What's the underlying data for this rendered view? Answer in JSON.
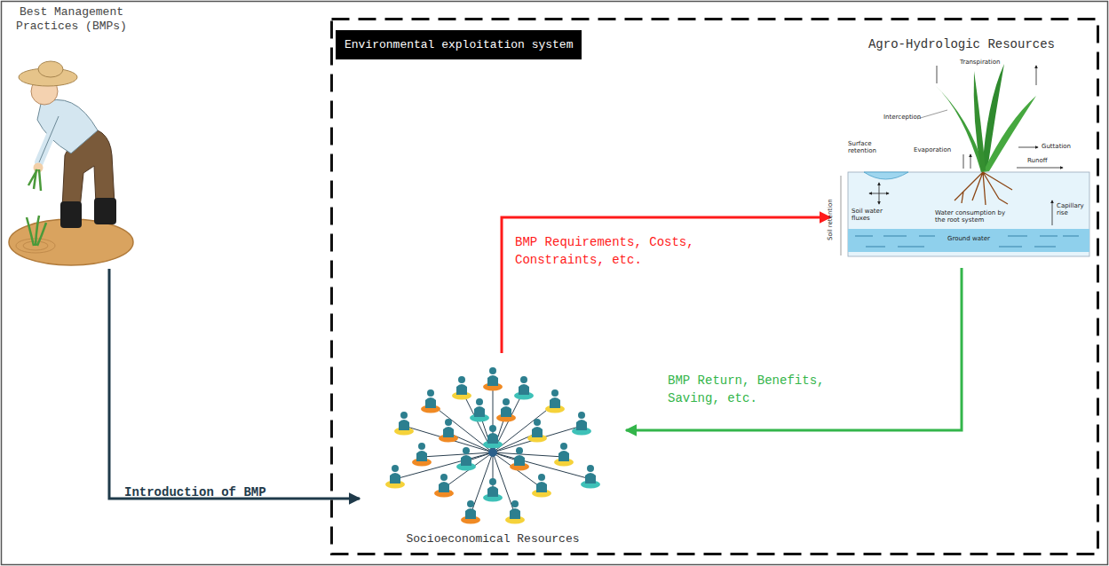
{
  "diagram": {
    "nodes": [
      {
        "text": [
          "Best Management Practices (BMPs)"
        ]
      },
      {
        "text": [
          "Environmental exploitation system"
        ]
      },
      {
        "text": [
          "Agro-Hydrologic Resources"
        ],
        "in": 1
      },
      {
        "text": [
          "Socioeconomical Resources"
        ],
        "in": 1
      }
    ],
    "edges": [
      {
        "from": 0,
        "to": 3,
        "arrow": "to",
        "label": "Introduction of BMP"
      },
      {
        "from": 3,
        "to": 2,
        "arrow": "to",
        "label": "BMP Requirements, Costs, Constraints, etc."
      },
      {
        "from": 2,
        "to": 3,
        "arrow": "to",
        "label": "BMP Return, Benefits, Saving, etc."
      }
    ],
    "labels": [
      "Transpiration",
      "Interception",
      "Surface retention",
      "Guttation",
      "Evaporation",
      "Runoff",
      "Soil water fluxes",
      "Water consumption by the root system",
      "Capillary rise",
      "Ground water",
      "Soil retention"
    ]
  }
}
